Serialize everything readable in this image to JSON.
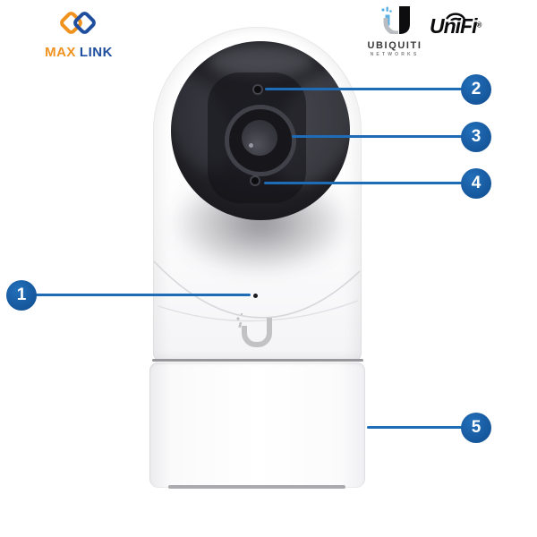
{
  "header": {
    "maxlink": {
      "max": "MAX",
      "link": "LINK",
      "orange": "#F0921E",
      "blue": "#1F4E9E"
    },
    "ubiquiti": {
      "brand": "UBIQUITI",
      "sub": "NETWORKS",
      "icon_blue": "#5BB1E4",
      "icon_black": "#0D0D0F",
      "icon_gray": "#B9BCC0"
    },
    "unifi": {
      "brand": "UniFi",
      "registered": "®"
    }
  },
  "diagram": {
    "accent_blue": "#1A5FA6",
    "line_blue": "#1E6CB5",
    "callouts": [
      {
        "number": "1"
      },
      {
        "number": "2"
      },
      {
        "number": "3"
      },
      {
        "number": "4"
      },
      {
        "number": "5"
      }
    ]
  }
}
